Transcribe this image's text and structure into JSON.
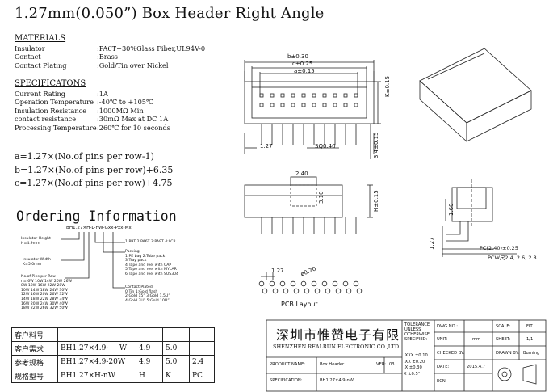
{
  "title": "1.27mm(0.050”) Box Header Right Angle",
  "materials": {
    "heading": "MATERIALS",
    "rows": [
      {
        "k": "Insulator",
        "v": ":PA6T+30%Glass Fiber,UL94V-0"
      },
      {
        "k": "Contact",
        "v": ":Brass"
      },
      {
        "k": "Contact Plating",
        "v": ":Gold/Tin over Nickel"
      }
    ]
  },
  "specifications": {
    "heading": "SPECIFICATONS",
    "rows": [
      {
        "k": "Current Rating",
        "v": ":1A"
      },
      {
        "k": "Operation Temperature",
        "v": ":-40℃ to +105℃"
      },
      {
        "k": "Insulation Resistance",
        "v": ":1000MΩ Min"
      },
      {
        "k": "contact resistance",
        "v": ":30mΩ Max at DC 1A"
      },
      {
        "k": "Processing Temperature",
        "v": ":260℃ for 10 seconds"
      }
    ]
  },
  "formulas": [
    "a=1.27×(No.of pins per row-1)",
    "b=1.27×(No.of pins per row)+6.35",
    "c=1.27×(No.of pins per row)+4.75"
  ],
  "ordering": {
    "heading": "Ordering Information",
    "code": "BH1.27×H-L-nW-Gxx-Pxx-Mx",
    "insulator_height": [
      "Insulator Height",
      "H=4.9mm"
    ],
    "insulator_width": [
      "Insulator Width",
      "K=5.0mm"
    ],
    "pins_title": "No.of Pins per Row",
    "pins": [
      "n= 6W 10W 14W 20W 26W",
      "8W 12W 16W 22W 28W",
      "10W 14W 18W 24W 30W",
      "12W 16W 20W 26W 32W",
      "14W 18W 22W 28W 34W",
      "16W 20W 24W 30W 40W",
      "18W 22W 26W 32W 50W"
    ],
    "packing": [
      "Packing",
      "1:PE bag   2:Tube pack",
      "3:Tray pack",
      "4:Tape and reel with CAP",
      "5:Tape and reel with MYLAR",
      "6:Tape and reel with SUS304"
    ],
    "material": "1:PBT 2:PA6T 3:PA9T 4:LCP",
    "contact_plated": [
      "Contact Plated",
      "0:Tin           1:Gold flash",
      "2:Gold 15”      3:Gold 1.5U”",
      "4:Gold 3U”      5:Gold 10U”"
    ]
  },
  "drawing": {
    "dim_b": "b±0.30",
    "dim_c": "c±0.25",
    "dim_a": "a±0.15",
    "pitch": "1.27",
    "sq": "SQ0.40",
    "k": "K±0.15",
    "side_h": "3.4±0.15",
    "top_w": "2.40",
    "top_h": "3.10",
    "h_dim": "H±0.15",
    "pcb_pitch": "1.27",
    "pcb_hole": "ø0.70",
    "pcb_label": "PCB Layout",
    "side_160": "1.60",
    "side_127": "1.27",
    "pc_a": "PC(2.40)±0.25",
    "pc_b": "PCW尺2.4, 2.6, 2.8"
  },
  "size_table": {
    "rows": [
      [
        "客户料号",
        "",
        "",
        "",
        ""
      ],
      [
        "客户需求",
        "BH1.27×4.9-___W",
        "4.9",
        "5.0",
        ""
      ],
      [
        "参考规格",
        "BH1.27×4.9-20W",
        "4.9",
        "5.0",
        "2.4"
      ],
      [
        "规格型号",
        "BH1.27×H-nW",
        "H",
        "K",
        "PC"
      ]
    ]
  },
  "title_block": {
    "company_cn": "深圳市惟赞电子有限",
    "company_en": "SHENZHEN REALRUN ELECTRONIC CO.,LTD.",
    "tolerance": "TOLERANCE UNLESS OTHERWISE SPECIFIED:",
    "tol_vals": [
      ".XXX ±0.10",
      ".XX ±0.20",
      ".X ±0.30",
      "X ±0.5°"
    ],
    "product_name_label": "PRODUCT NAME:",
    "product_name": "Box Header",
    "spec_label": "SPECIFICATION:",
    "spec": "BH1.27×4.9-nW",
    "ver_label": "VER:",
    "ver": "03",
    "dwg_label": "DWG NO.:",
    "unit_label": "UNIT:",
    "unit": "mm",
    "checked_label": "CHECKED BY:",
    "date_label": "DATE:",
    "date": "2015.4.7",
    "ecn_label": "ECN:",
    "scale_label": "SCALE:",
    "scale": "FIT",
    "sheet_label": "SHEET:",
    "sheet": "1/1",
    "drawn_label": "DRAWN BY:",
    "drawn": "Burning"
  }
}
